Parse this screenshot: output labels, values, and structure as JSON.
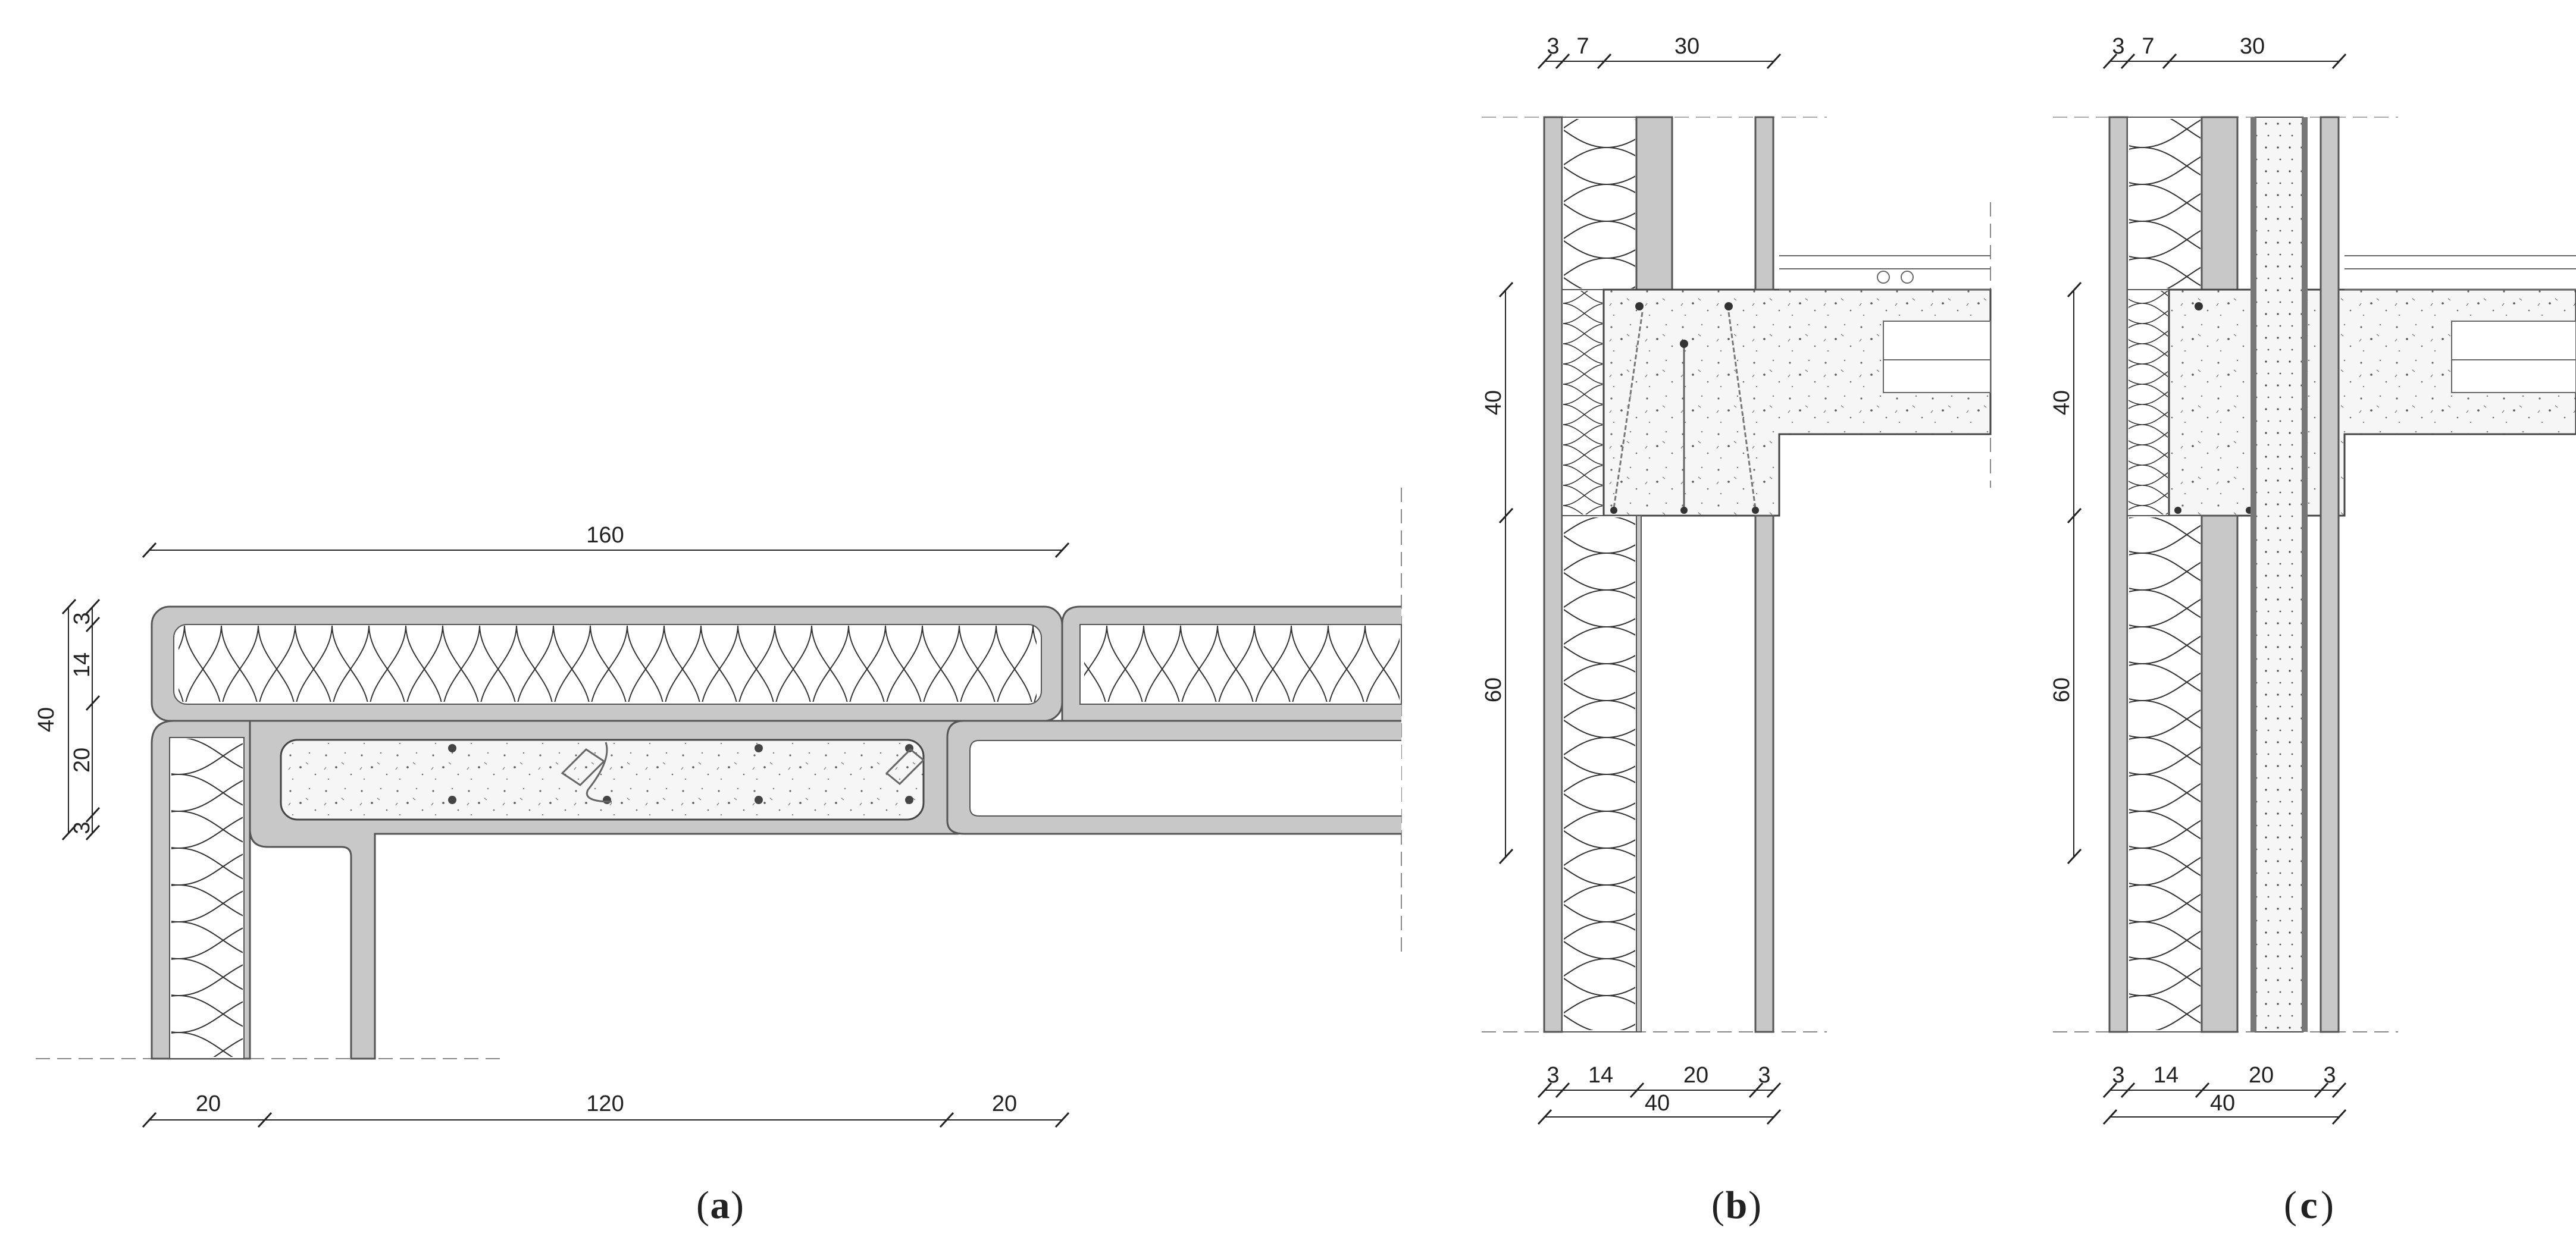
{
  "figure": {
    "panel_a": {
      "caption_open": "(",
      "caption_letter": "a",
      "caption_close": ")",
      "dims": {
        "top_width": "160",
        "left_3_top": "3",
        "left_14": "14",
        "left_total": "40",
        "left_20": "20",
        "left_3_bottom": "3",
        "bottom_left": "20",
        "bottom_mid": "120",
        "bottom_right": "20"
      }
    },
    "panel_b": {
      "caption_open": "(",
      "caption_letter": "b",
      "caption_close": ")",
      "dims": {
        "top_3": "3",
        "top_7": "7",
        "top_30": "30",
        "left_40": "40",
        "left_60": "60",
        "bottom_3a": "3",
        "bottom_14": "14",
        "bottom_20": "20",
        "bottom_3b": "3",
        "bottom_total": "40"
      }
    },
    "panel_c": {
      "caption_open": "(",
      "caption_letter": "c",
      "caption_close": ")",
      "dims": {
        "top_3": "3",
        "top_7": "7",
        "top_30": "30",
        "left_40": "40",
        "left_60": "60",
        "bottom_3a": "3",
        "bottom_14": "14",
        "bottom_20": "20",
        "bottom_3b": "3",
        "bottom_total": "40"
      }
    },
    "colors": {
      "panel_fill": "#c8c8c8",
      "outline": "#555555",
      "concrete": "#f4f4f4",
      "line": "#222222"
    }
  }
}
